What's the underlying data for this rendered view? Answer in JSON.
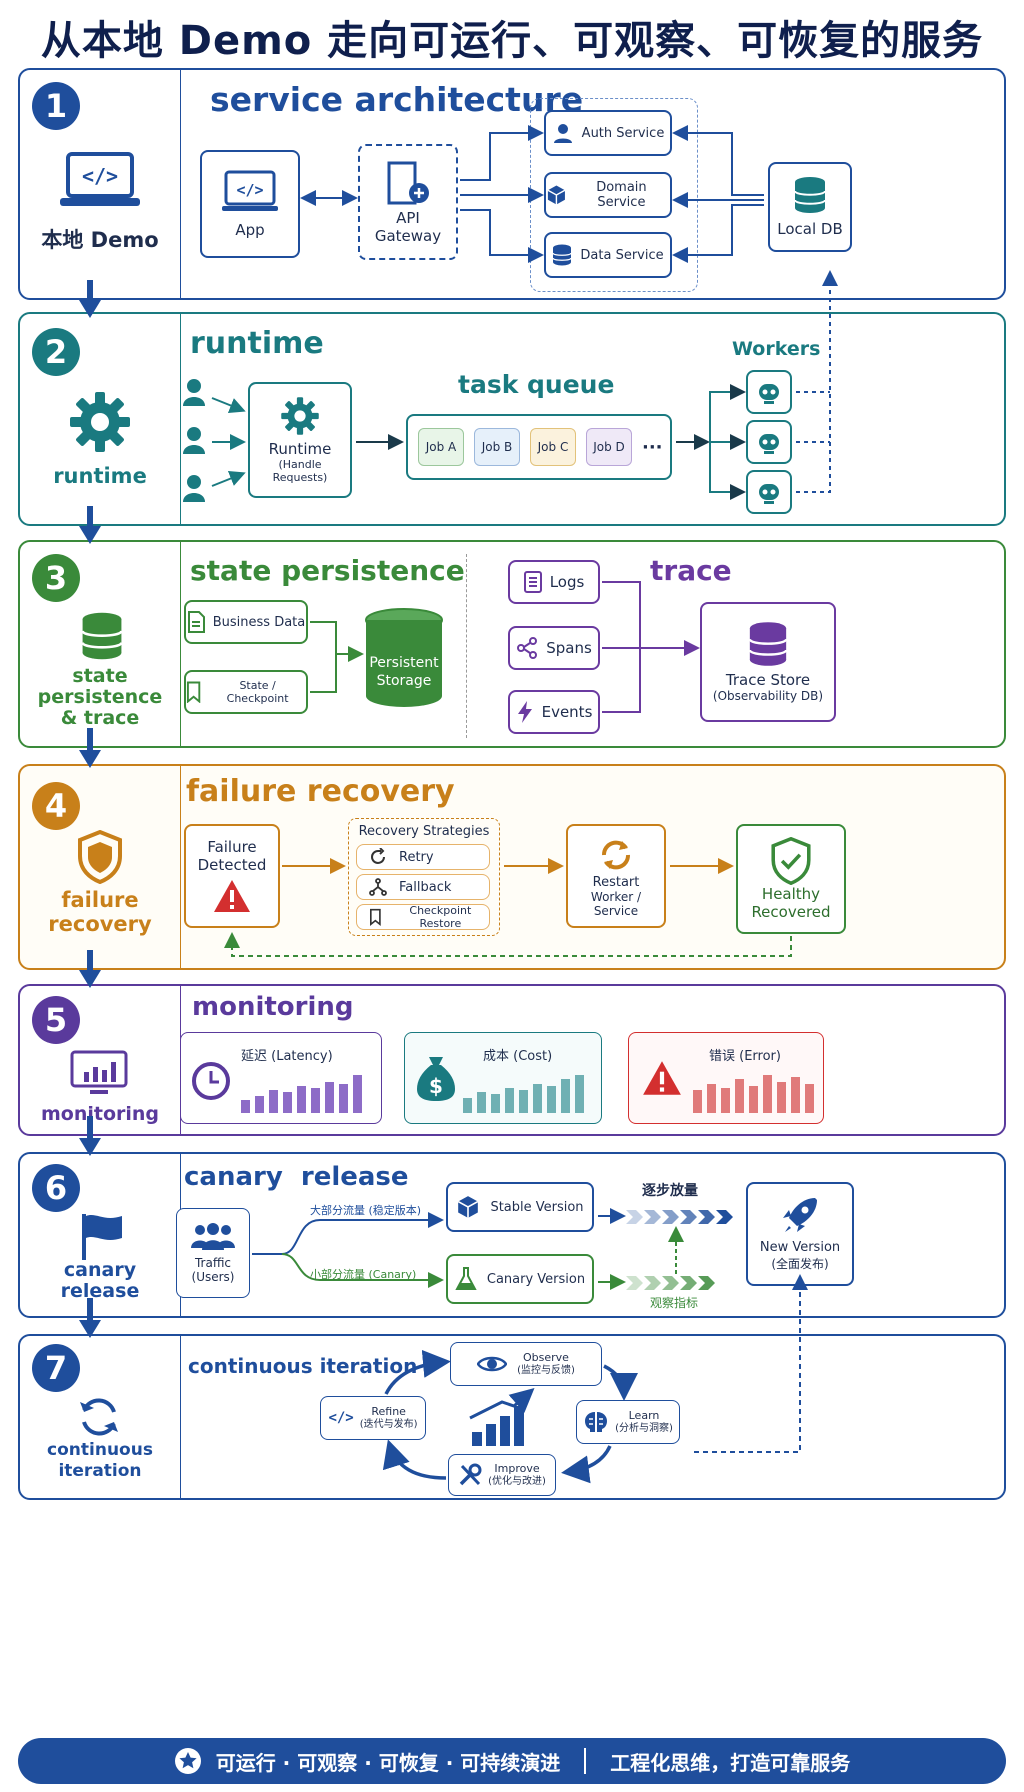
{
  "title": "从本地 Demo 走向可运行、可观察、可恢复的服务",
  "s1": {
    "num": "1",
    "left_label": "本地 Demo",
    "title": "service architecture",
    "app": "App",
    "gateway": "API\nGateway",
    "auth": "Auth Service",
    "domain": "Domain Service",
    "data": "Data Service",
    "db": "Local DB",
    "color": "#1f4e9c"
  },
  "s2": {
    "num": "2",
    "left_label": "runtime",
    "title": "runtime",
    "runtime": "Runtime",
    "runtime_sub": "(Handle Requests)",
    "queue": "task queue",
    "jobs": [
      "Job A",
      "Job B",
      "Job C",
      "Job D"
    ],
    "dots": "···",
    "workers": "Workers",
    "color": "#1a7a80"
  },
  "s3": {
    "num": "3",
    "left_label": "state\npersistence\n& trace",
    "title": "state persistence",
    "business": "Business Data",
    "checkpoint": "State / Checkpoint",
    "storage": "Persistent\nStorage",
    "trace_title": "trace",
    "logs": "Logs",
    "spans": "Spans",
    "events": "Events",
    "trace_store": "Trace Store",
    "trace_store_sub": "(Observability DB)",
    "color": "#3a8a3a",
    "trace_color": "#6a3aa0"
  },
  "s4": {
    "num": "4",
    "left_label": "failure\nrecovery",
    "title": "failure recovery",
    "failure": "Failure\nDetected",
    "strategies": "Recovery Strategies",
    "retry": "Retry",
    "fallback": "Fallback",
    "restore": "Checkpoint Restore",
    "restart": "Restart",
    "restart_sub": "Worker / Service",
    "healthy": "Healthy\nRecovered",
    "color": "#c8801a"
  },
  "s5": {
    "num": "5",
    "left_label": "monitoring",
    "title": "monitoring",
    "latency": "延迟 (Latency)",
    "cost": "成本 (Cost)",
    "error": "错误 (Error)",
    "latency_bars": [
      0.3,
      0.4,
      0.55,
      0.5,
      0.65,
      0.6,
      0.75,
      0.7,
      0.9
    ],
    "cost_bars": [
      0.35,
      0.5,
      0.45,
      0.6,
      0.55,
      0.7,
      0.65,
      0.8,
      0.9
    ],
    "error_bars": [
      0.55,
      0.7,
      0.6,
      0.8,
      0.65,
      0.9,
      0.75,
      0.85,
      0.7
    ],
    "color": "#5a3a9c"
  },
  "s6": {
    "num": "6",
    "left_label": "canary\nrelease",
    "title": "canary  release",
    "traffic": "Traffic",
    "traffic_sub": "(Users)",
    "major": "大部分流量 (稳定版本)",
    "minor": "小部分流量 (Canary)",
    "stable": "Stable Version",
    "canary": "Canary Version",
    "ramp": "逐步放量",
    "observe": "观察指标",
    "newver": "New Version",
    "newver_sub": "(全面发布)",
    "color": "#1f4e9c"
  },
  "s7": {
    "num": "7",
    "left_label": "continuous\niteration",
    "title": "continuous iteration",
    "observe": "Observe",
    "observe_sub": "(监控与反馈)",
    "learn": "Learn",
    "learn_sub": "(分析与洞察)",
    "improve": "Improve",
    "improve_sub": "(优化与改进)",
    "refine": "Refine",
    "refine_sub": "(迭代与发布)",
    "color": "#1f4e9c"
  },
  "footer": {
    "left": "可运行 · 可观察 · 可恢复 · 可持续演进",
    "right": "工程化思维，打造可靠服务"
  }
}
